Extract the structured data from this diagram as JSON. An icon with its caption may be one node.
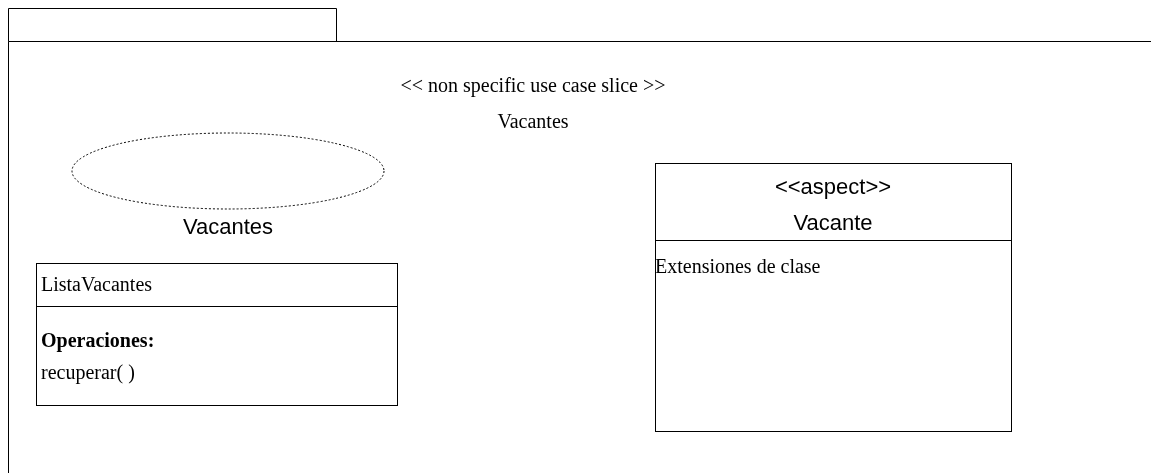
{
  "diagram": {
    "nodes": [
      {
        "text": [
          "<< non specific use case slice >>",
          "Vacantes"
        ]
      },
      {
        "text": [
          "Vacantes"
        ],
        "in": 0
      },
      {
        "text": [
          "ListaVacantes",
          "Operaciones:",
          "recuperar( )"
        ],
        "in": 0
      },
      {
        "text": [
          "<<aspect>>",
          "Vacante",
          "Extensiones de clase"
        ],
        "in": 0
      }
    ]
  }
}
